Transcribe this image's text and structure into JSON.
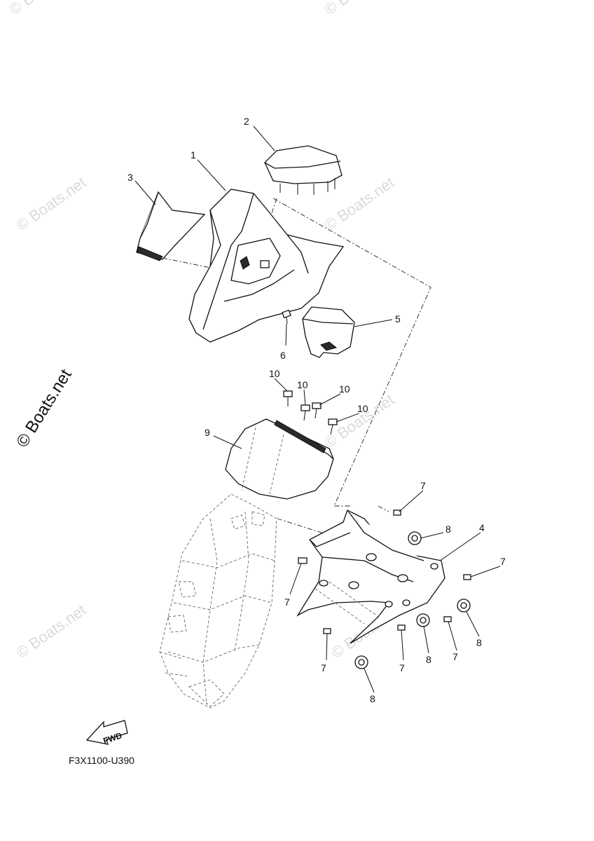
{
  "diagram_code": "F3X1100-U390",
  "fwd_label": "FWD",
  "watermarks": {
    "main": "© Boats.net",
    "faint": "© Boats.net"
  },
  "callouts": {
    "c1": "1",
    "c2": "2",
    "c3": "3",
    "c4": "4",
    "c5": "5",
    "c6": "6",
    "c7a": "7",
    "c7b": "7",
    "c7c": "7",
    "c7d": "7",
    "c7e": "7",
    "c7f": "7",
    "c8a": "8",
    "c8b": "8",
    "c8c": "8",
    "c8d": "8",
    "c9": "9",
    "c10a": "10",
    "c10b": "10",
    "c10c": "10",
    "c10d": "10"
  }
}
